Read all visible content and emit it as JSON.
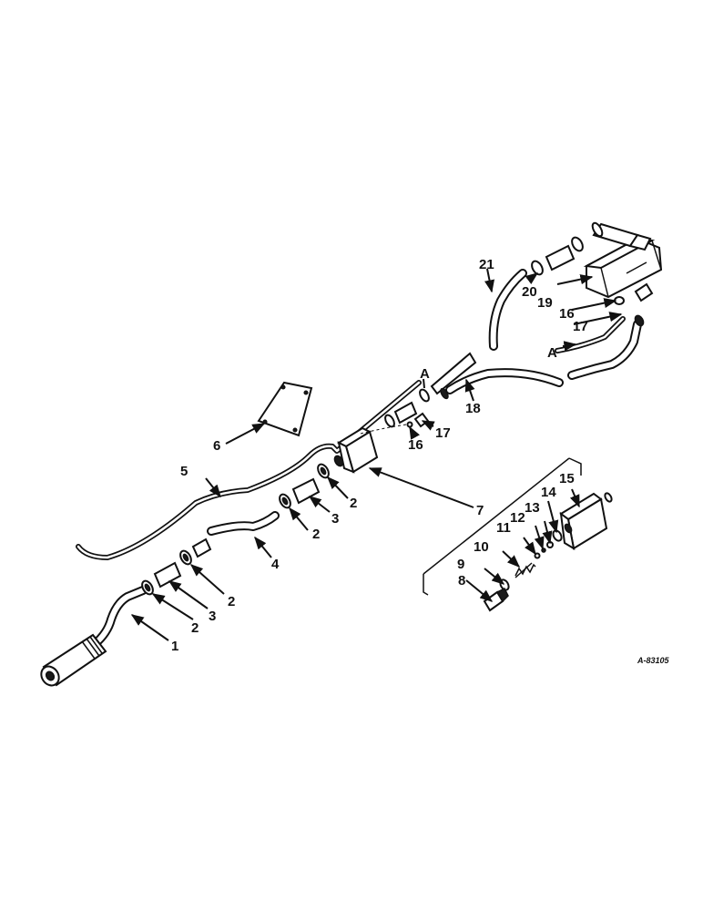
{
  "diagram": {
    "labels": {
      "l1": "1",
      "l2a": "2",
      "l2b": "2",
      "l2c": "2",
      "l2d": "2",
      "l3a": "3",
      "l3b": "3",
      "l4": "4",
      "l5": "5",
      "l6": "6",
      "l7": "7",
      "l8": "8",
      "l9": "9",
      "l10": "10",
      "l11": "11",
      "l12": "12",
      "l13": "13",
      "l14": "14",
      "l15": "15",
      "l16a": "16",
      "l16b": "16",
      "l17a": "17",
      "l17b": "17",
      "l18": "18",
      "l19": "19",
      "l20": "20",
      "l21": "21",
      "la1": "A",
      "la2": "A"
    },
    "reference": "A-83105"
  }
}
